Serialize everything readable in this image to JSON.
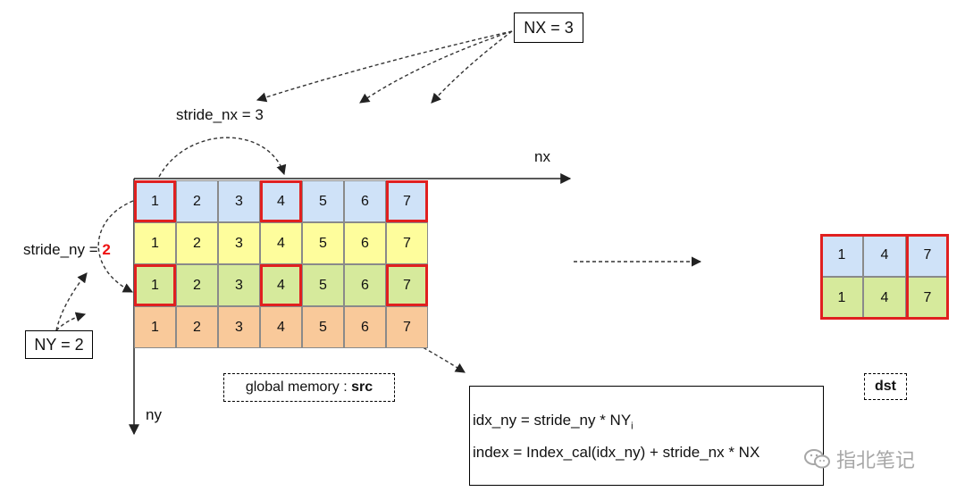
{
  "labels": {
    "nx_const": "NX = 3",
    "ny_const": "NY = 2",
    "stride_nx": "stride_nx = 3",
    "stride_ny_prefix": "stride_ny = ",
    "stride_ny_value": "2",
    "axis_x": "nx",
    "axis_y": "ny",
    "src_prefix": "global memory : ",
    "src_name": "src",
    "dst_name": "dst"
  },
  "src_grid": {
    "rows": [
      [
        "1",
        "2",
        "3",
        "4",
        "5",
        "6",
        "7"
      ],
      [
        "1",
        "2",
        "3",
        "4",
        "5",
        "6",
        "7"
      ],
      [
        "1",
        "2",
        "3",
        "4",
        "5",
        "6",
        "7"
      ],
      [
        "1",
        "2",
        "3",
        "4",
        "5",
        "6",
        "7"
      ]
    ],
    "row_colors": [
      "#cfe2f8",
      "#fefd9c",
      "#d6ea9c",
      "#f9c99a"
    ],
    "highlight_rows": [
      0,
      2
    ],
    "highlight_cols": [
      0,
      3,
      6
    ]
  },
  "dst_grid": {
    "rows": [
      [
        "1",
        "4",
        "7"
      ],
      [
        "1",
        "4",
        "7"
      ]
    ],
    "row_colors": [
      "#cfe2f8",
      "#d6ea9c"
    ]
  },
  "formula": {
    "line1_main": "idx_ny = stride_ny * NY",
    "line1_sub": "i",
    "line2": "index =  Index_cal(idx_ny) + stride_nx * NX"
  },
  "watermark": {
    "text": "指北笔记",
    "icon": "wechat-icon"
  },
  "colors": {
    "highlight": "#e02020",
    "accent_red": "#e11111"
  }
}
